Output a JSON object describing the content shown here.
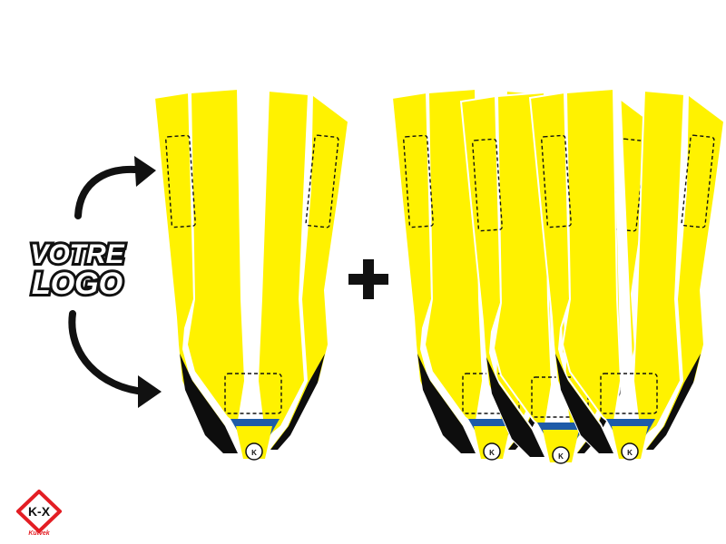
{
  "product": {
    "logo_callout": {
      "line1": "VOTRE",
      "line2": "LOGO"
    },
    "plus_symbol": "+",
    "kit_count_right": 3,
    "brand_mark": "K-X",
    "brand_name": "Kutvek"
  },
  "colors": {
    "plate_yellow": "#fff200",
    "plate_black": "#0d0d0d",
    "plate_blue": "#1e5ba8",
    "outline_white": "#ffffff",
    "callout_black": "#111111",
    "brand_red": "#e31e24"
  }
}
